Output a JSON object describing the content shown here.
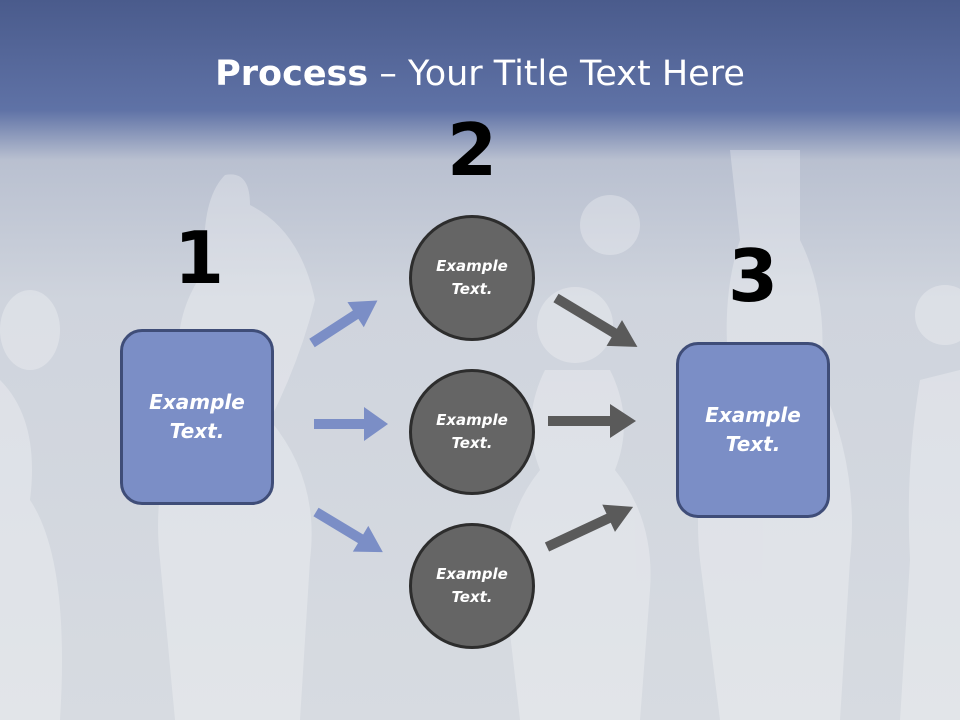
{
  "title": {
    "bold": "Process",
    "rest": " – Your Title Text Here"
  },
  "steps": {
    "one": "1",
    "two": "2",
    "three": "3"
  },
  "left_box": "Example\nText.",
  "right_box": "Example\nText.",
  "circles": [
    "Example\nText.",
    "Example\nText.",
    "Example\nText."
  ],
  "colors": {
    "box_fill": "#7b8ec6",
    "box_border": "#3f4d78",
    "circle_fill": "#656565",
    "blue_arrow": "#7b8ec6",
    "gray_arrow": "#5a5a5a",
    "header": "#5566a0"
  }
}
